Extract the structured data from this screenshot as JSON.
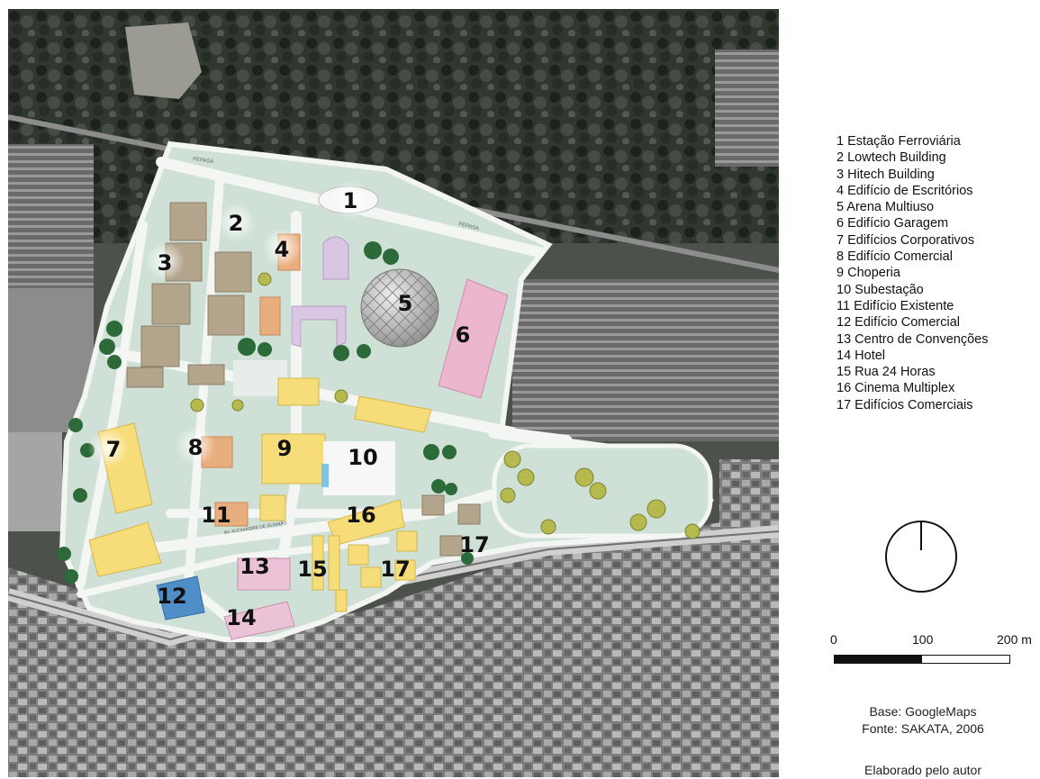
{
  "map_labels": [
    "1",
    "2",
    "3",
    "4",
    "5",
    "6",
    "7",
    "8",
    "9",
    "10",
    "11",
    "12",
    "13",
    "14",
    "15",
    "16",
    "17",
    "17"
  ],
  "road_labels": [
    "FEPASA",
    "FEPASA",
    "AV. ALEXANDRE DE GUSMÃO"
  ],
  "legend": {
    "items": [
      "1 Estação Ferroviária",
      "2 Lowtech Building",
      "3 Hitech Building",
      "4 Edifício de Escritórios",
      "5 Arena Multiuso",
      "6 Edifício Garagem",
      "7 Edifícios Corporativos",
      "8 Edifício Comercial",
      "9 Choperia",
      "10 Subestação",
      "11 Edifício Existente",
      "12 Edifício Comercial",
      "13 Centro de Convenções",
      "14 Hotel",
      "15 Rua 24 Horas",
      "16 Cinema Multiplex",
      "17 Edifícios Comerciais"
    ]
  },
  "scale_bar": {
    "labels": [
      "0",
      "100",
      "200 m"
    ]
  },
  "credits": {
    "base": "Base: GoogleMaps",
    "source": "Fonte: SAKATA, 2006",
    "author": "Elaborado pelo autor"
  },
  "colors": {
    "site_green": "#cfe0d6",
    "paths": "#f4f6f4",
    "aerial_dark": "#3c3f3c",
    "vegetation": "#202a20",
    "urban": "#8a8a8a",
    "building_tan": "#b3a48c",
    "building_orange": "#e9ae7e",
    "building_yellow": "#f7dd7a",
    "building_pink": "#ecb6cf",
    "building_lilac": "#d9c6e2",
    "building_blue": "#4f8ec7"
  }
}
